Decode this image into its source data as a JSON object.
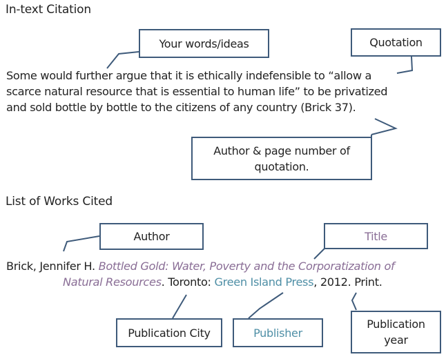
{
  "sections": {
    "in_text": {
      "heading": "In-text Citation",
      "paragraph": {
        "line1": "Some would further argue that it is ethically indefensible to  “allow a",
        "line2": "scarce natural resource that is essential to human life” to be privatized",
        "line3": "and sold bottle by bottle to the citizens of any country (Brick 37)."
      },
      "callouts": {
        "your_words": "Your words/ideas",
        "quotation": "Quotation",
        "author_page_line1": "Author & page number of",
        "author_page_line2": "quotation."
      }
    },
    "works_cited": {
      "heading": "List of Works Cited",
      "entry": {
        "author": "Brick, Jennifer H. ",
        "title_line1": "Bottled Gold: Water, Poverty and the Corporatization of",
        "title_line2": "Natural Resources",
        "after_title": ". Toronto: ",
        "publisher": "Green Island Press",
        "after_publisher": ", 2012. Print."
      },
      "callouts": {
        "author": "Author",
        "title": "Title",
        "publication_city": "Publication City",
        "publisher": "Publisher",
        "publication_year_line1": "Publication",
        "publication_year_line2": "year"
      }
    }
  },
  "colors": {
    "box_border": "#3e5a7a",
    "title_purple": "#8a6e96",
    "publisher_teal": "#4f8fa6",
    "text": "#222222"
  }
}
